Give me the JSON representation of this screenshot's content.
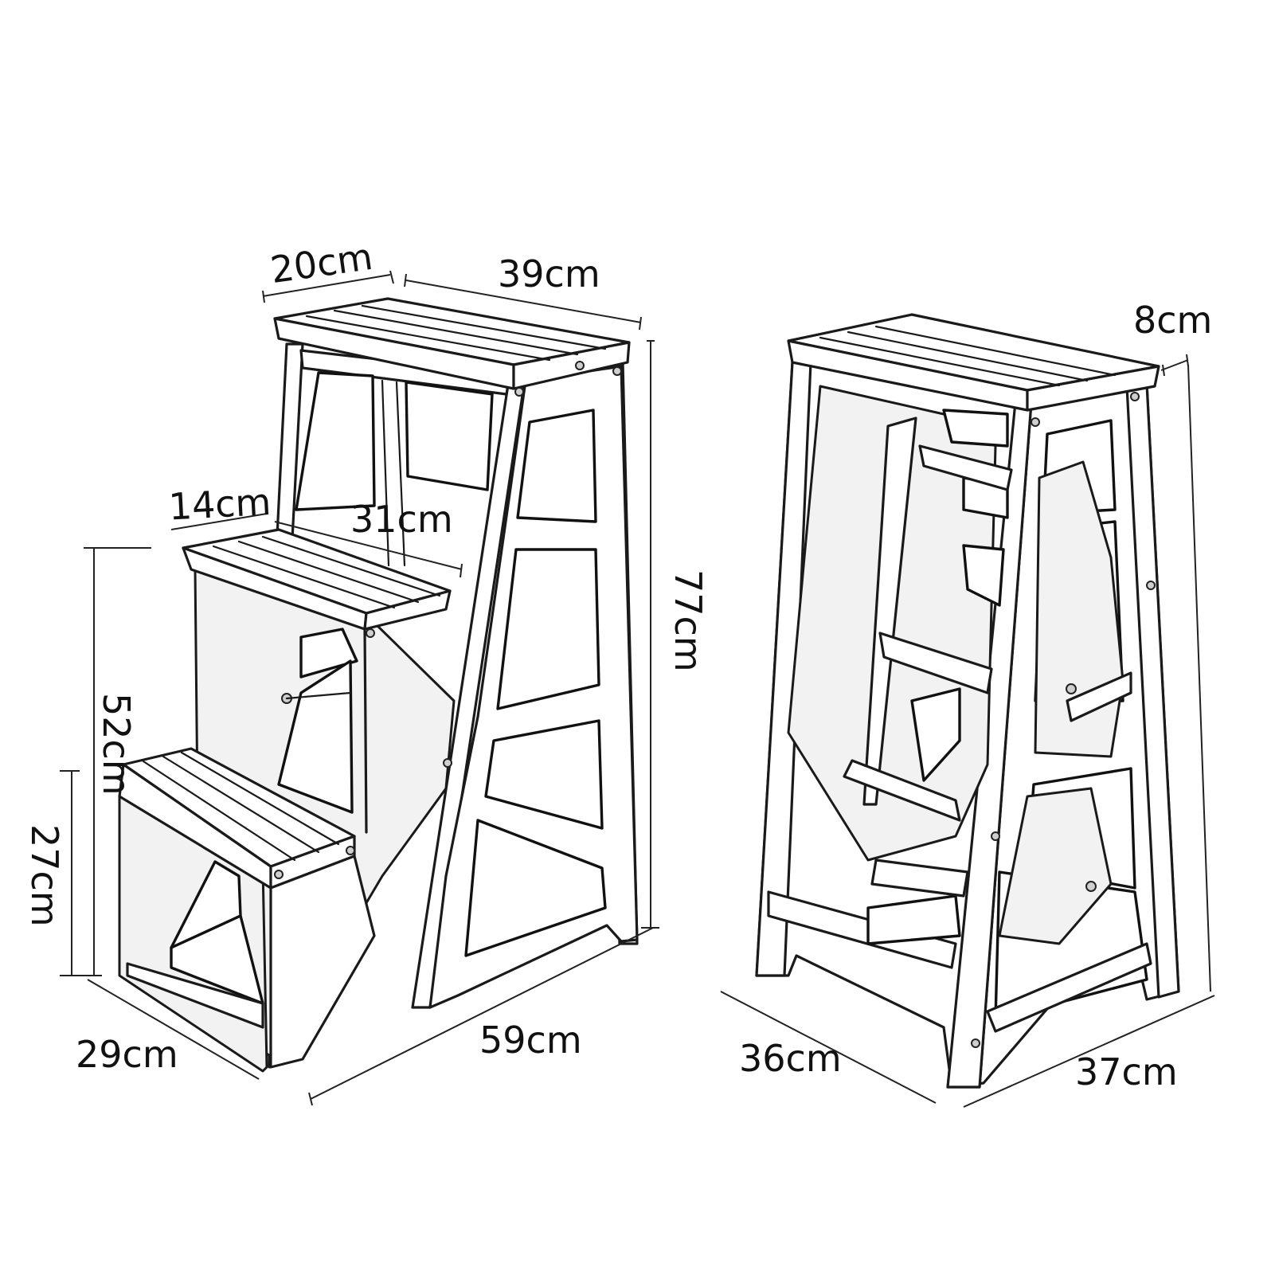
{
  "figure": {
    "left_view": {
      "top_depth": "20cm",
      "top_width": "39cm",
      "total_height": "77cm",
      "mid_depth": "14cm",
      "mid_width": "31cm",
      "mid_height": "52cm",
      "low_height": "27cm",
      "base_depth": "29cm",
      "base_length": "59cm"
    },
    "right_view": {
      "top_overhang": "8cm",
      "base_depth": "36cm",
      "base_width": "37cm"
    }
  }
}
